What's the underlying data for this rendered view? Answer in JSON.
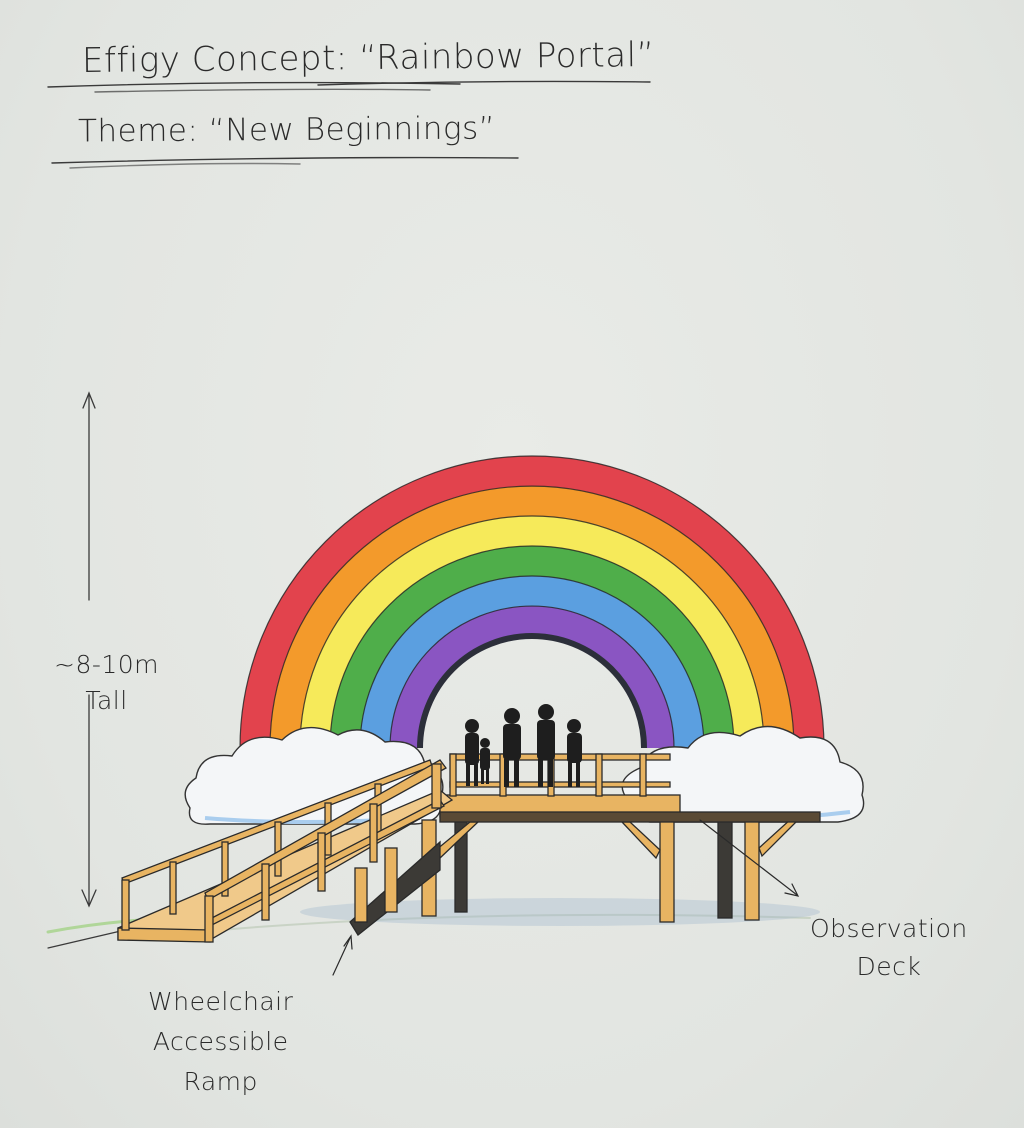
{
  "sheet": {
    "title": "Effigy Concept: “Rainbow Portal”",
    "theme": "Theme: “New Beginnings”",
    "paper_color": "#e4e7e3",
    "ink_color": "#2a2a2a"
  },
  "annotations": {
    "height": {
      "line1": "~8-10m",
      "line2": "Tall"
    },
    "ramp": {
      "line1": "Wheelchair",
      "line2": "Accessible",
      "line3": "Ramp"
    },
    "deck": {
      "line1": "Observation",
      "line2": "Deck"
    }
  },
  "rainbow": {
    "bands": [
      {
        "name": "red",
        "color": "#e2434d"
      },
      {
        "name": "orange",
        "color": "#f39a2b"
      },
      {
        "name": "yellow",
        "color": "#f6ea5a"
      },
      {
        "name": "green",
        "color": "#4fae4a"
      },
      {
        "name": "blue",
        "color": "#5b9fe0"
      },
      {
        "name": "purple",
        "color": "#8a55c2"
      }
    ],
    "inner_edge_color": "#2c2f3a"
  },
  "structure": {
    "wood_color": "#e8b462",
    "wood_shadow": "#c88a32",
    "cloud_color": "#f4f6f8",
    "cloud_shadow": "#a9cdee",
    "figures_count": 5
  }
}
